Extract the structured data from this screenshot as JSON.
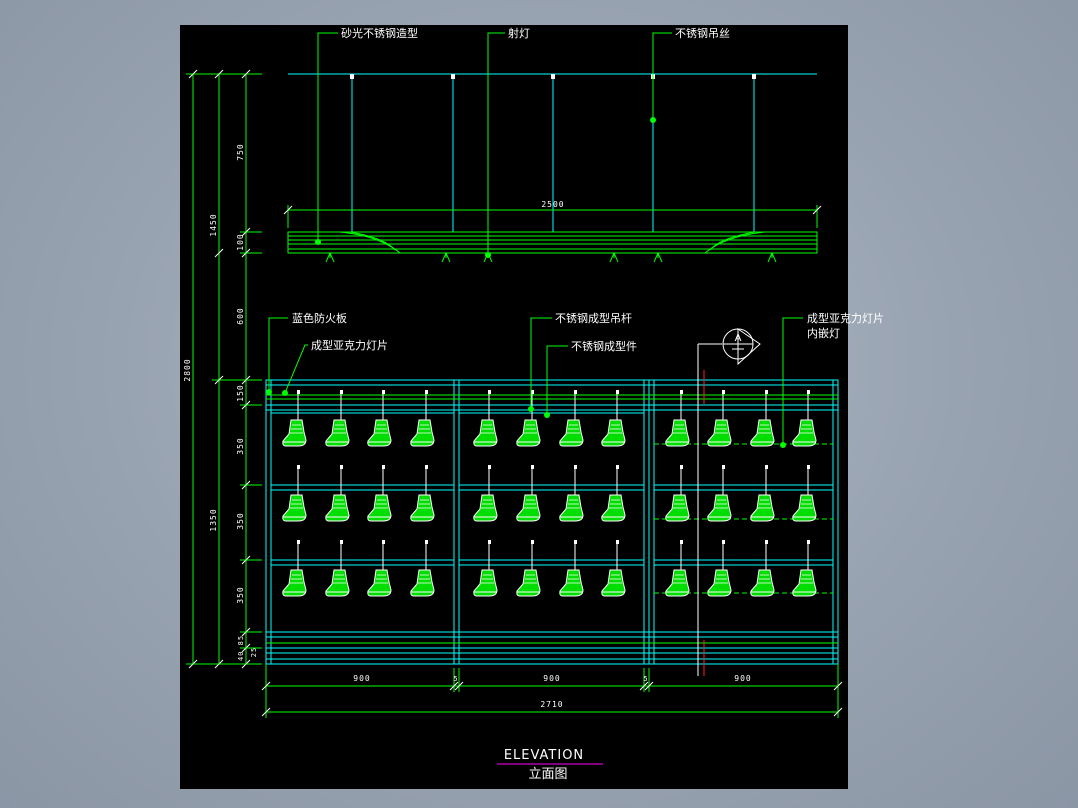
{
  "labels": {
    "top_left": "砂光不锈钢造型",
    "top_mid": "射灯",
    "top_right": "不锈钢吊丝",
    "blue_board": "蓝色防火板",
    "acrylic_left": "成型亚克力灯片",
    "rod": "不锈钢成型吊杆",
    "part": "不锈钢成型件",
    "acrylic_right_1": "成型亚克力灯片",
    "acrylic_right_2": "内嵌灯",
    "section_mark": "A"
  },
  "dims": {
    "top_width": "2500",
    "d750": "750",
    "d100": "100",
    "d1450": "1450",
    "d600": "600",
    "d2800": "2800",
    "d150": "150",
    "d350a": "350",
    "d350b": "350",
    "d350c": "350",
    "d1350": "1350",
    "d_small": "40 85",
    "d_25": "25",
    "b900a": "900",
    "b900b": "900",
    "b900c": "900",
    "b5a": "5",
    "b5b": "5",
    "total": "2710"
  },
  "title": {
    "en": "ELEVATION",
    "zh": "立面图"
  },
  "colors": {
    "cyan": "#00ffff",
    "green": "#00ff00",
    "white": "#ffffff",
    "red": "#ff2020",
    "magenta": "#ff00ff"
  }
}
